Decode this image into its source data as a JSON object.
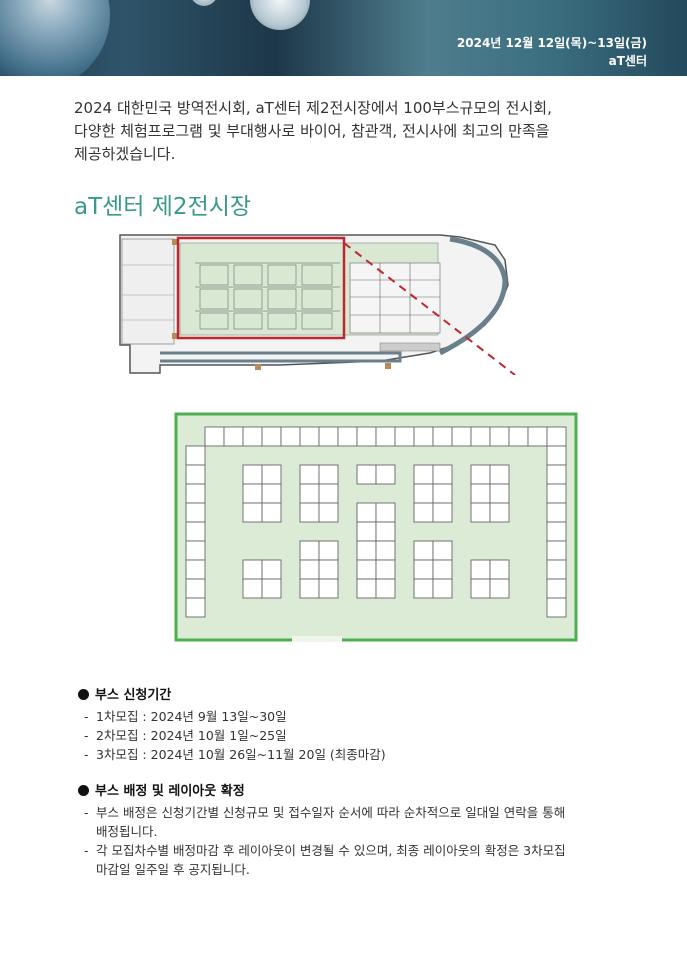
{
  "banner": {
    "date": "2024년 12월 12일(목)~13일(금)",
    "venue": "aT센터"
  },
  "intro": {
    "line1": "2024 대한민국 방역전시회, aT센터 제2전시장에서 100부스규모의 전시회,",
    "line2": "다양한 체험프로그램 및 부대행사로 바이어, 참관객, 전시사에 최고의 만족을",
    "line3": "제공하겠습니다."
  },
  "section_title": "aT센터 제2전시장",
  "colors": {
    "accent_teal": "#3a9a8a",
    "highlight_red": "#c0262d",
    "booth_green": "#4caf50",
    "booth_fill": "#dcebd6"
  },
  "application": {
    "heading": "부스 신청기간",
    "items": [
      "1차모집 : 2024년 9월 13일~30일",
      "2차모집 : 2024년 10월 1일~25일",
      "3차모집 : 2024년 10월 26일~11월 20일 (최종마감)"
    ]
  },
  "assignment": {
    "heading": "부스 배정 및 레이아웃 확정",
    "item1_line1": "부스 배정은 신청기간별 신청규모 및 접수일자 순서에 따라 순차적으로 일대일 연락을 통해",
    "item1_line2": "배정됩니다.",
    "item2_line1": "각 모집차수별 배정마감 후 레이아웃이 변경될 수 있으며, 최종 레이아웃의 확정은 3차모집",
    "item2_line2": "마감일 일주일 후 공지됩니다."
  }
}
